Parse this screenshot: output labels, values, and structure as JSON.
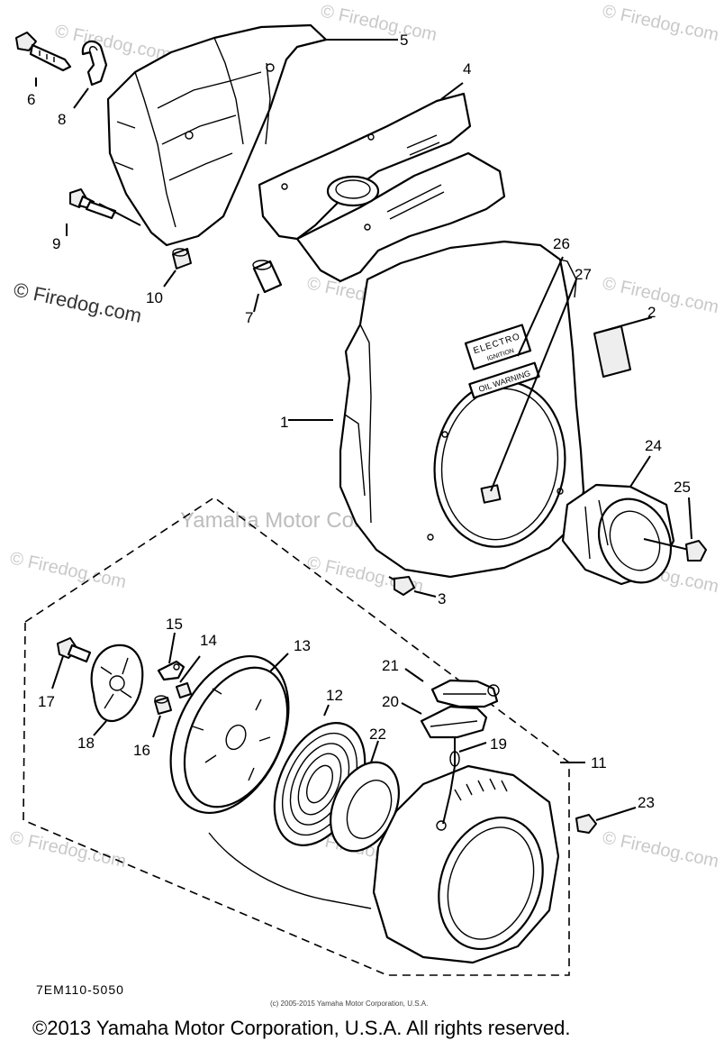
{
  "diagram": {
    "callouts": [
      "1",
      "2",
      "3",
      "4",
      "5",
      "6",
      "7",
      "8",
      "9",
      "10",
      "11",
      "12",
      "13",
      "14",
      "15",
      "16",
      "17",
      "18",
      "19",
      "20",
      "21",
      "22",
      "23",
      "24",
      "25",
      "26",
      "27"
    ],
    "decals": {
      "electro_line1": "ELECTRO",
      "electro_line2": "IGNITION",
      "oil_warning": "OIL WARNING"
    },
    "drawing_code": "7EM110-5050",
    "fine_print": "(c) 2005-2015 Yamaha Motor Corporation, U.S.A.",
    "watermarks": {
      "firedog": "© Firedog.com",
      "yamaha": "Yamaha Motor Corp U.S.A."
    },
    "copyright": "©2013 Yamaha Motor Corporation, U.S.A. All rights reserved."
  }
}
